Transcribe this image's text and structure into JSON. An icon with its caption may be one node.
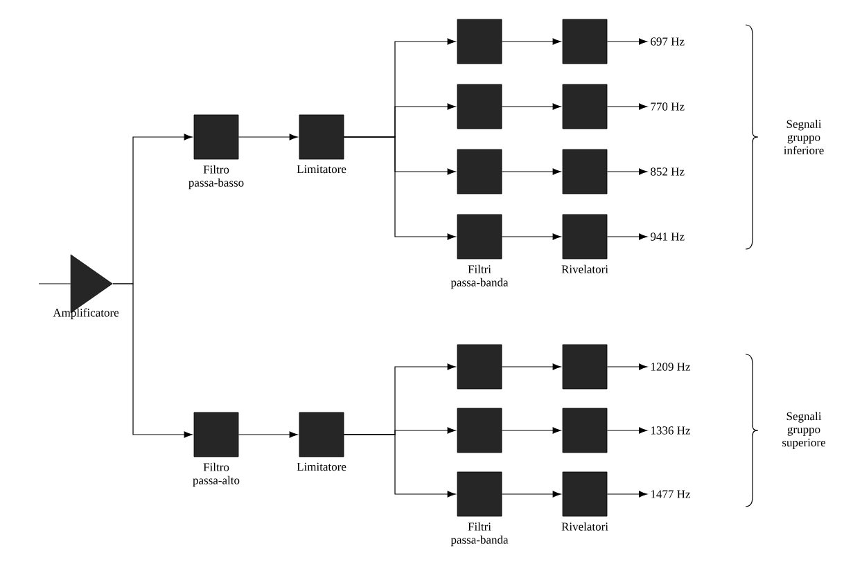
{
  "diagram": {
    "nodes": [
      {
        "text": [],
        "shape": "triangle",
        "beside": [
          "Amplificatore"
        ]
      },
      {
        "text": [],
        "shape": "box",
        "beside": [
          "Filtro passa-basso"
        ]
      },
      {
        "text": [],
        "shape": "box",
        "beside": [
          "Limitatore"
        ]
      },
      {
        "text": [],
        "shape": "box"
      },
      {
        "text": [],
        "shape": "box"
      },
      {
        "text": [],
        "shape": "box"
      },
      {
        "text": [],
        "shape": "box",
        "beside": [
          "Filtri passa-banda"
        ]
      },
      {
        "text": [],
        "shape": "box"
      },
      {
        "text": [],
        "shape": "box"
      },
      {
        "text": [],
        "shape": "box"
      },
      {
        "text": [],
        "shape": "box",
        "beside": [
          "Rivelatori"
        ]
      },
      {
        "text": [
          "697 Hz"
        ]
      },
      {
        "text": [
          "770 Hz"
        ]
      },
      {
        "text": [
          "852 Hz"
        ]
      },
      {
        "text": [
          "941 Hz"
        ]
      },
      {
        "text": [],
        "shape": "box",
        "beside": [
          "Filtro passa-alto"
        ]
      },
      {
        "text": [],
        "shape": "box",
        "beside": [
          "Limitatore"
        ]
      },
      {
        "text": [],
        "shape": "box"
      },
      {
        "text": [],
        "shape": "box"
      },
      {
        "text": [],
        "shape": "box",
        "beside": [
          "Filtri passa-banda"
        ]
      },
      {
        "text": [],
        "shape": "box"
      },
      {
        "text": [],
        "shape": "box"
      },
      {
        "text": [],
        "shape": "box",
        "beside": [
          "Rivelatori"
        ]
      },
      {
        "text": [
          "1209 Hz"
        ]
      },
      {
        "text": [
          "1336 Hz"
        ]
      },
      {
        "text": [
          "1477 Hz"
        ]
      }
    ],
    "edges": [
      {
        "from": null,
        "to": 0,
        "arrow": "none"
      },
      {
        "from": 0,
        "to": 1,
        "arrow": "to"
      },
      {
        "from": 0,
        "to": 15,
        "arrow": "to"
      },
      {
        "from": 1,
        "to": 2,
        "arrow": "to"
      },
      {
        "from": 2,
        "to": 3,
        "arrow": "to"
      },
      {
        "from": 2,
        "to": 4,
        "arrow": "to"
      },
      {
        "from": 2,
        "to": 5,
        "arrow": "to"
      },
      {
        "from": 2,
        "to": 6,
        "arrow": "to"
      },
      {
        "from": 3,
        "to": 7,
        "arrow": "to"
      },
      {
        "from": 4,
        "to": 8,
        "arrow": "to"
      },
      {
        "from": 5,
        "to": 9,
        "arrow": "to"
      },
      {
        "from": 6,
        "to": 10,
        "arrow": "to"
      },
      {
        "from": 7,
        "to": 11,
        "arrow": "to"
      },
      {
        "from": 8,
        "to": 12,
        "arrow": "to"
      },
      {
        "from": 9,
        "to": 13,
        "arrow": "to"
      },
      {
        "from": 10,
        "to": 14,
        "arrow": "to"
      },
      {
        "from": 15,
        "to": 16,
        "arrow": "to"
      },
      {
        "from": 16,
        "to": 17,
        "arrow": "to"
      },
      {
        "from": 16,
        "to": 18,
        "arrow": "to"
      },
      {
        "from": 16,
        "to": 19,
        "arrow": "to"
      },
      {
        "from": 17,
        "to": 20,
        "arrow": "to"
      },
      {
        "from": 18,
        "to": 21,
        "arrow": "to"
      },
      {
        "from": 19,
        "to": 22,
        "arrow": "to"
      },
      {
        "from": 20,
        "to": 23,
        "arrow": "to"
      },
      {
        "from": 21,
        "to": 24,
        "arrow": "to"
      },
      {
        "from": 22,
        "to": 25,
        "arrow": "to"
      }
    ],
    "labels": [
      "Segnali gruppo inferiore",
      "Segnali gruppo superiore"
    ]
  }
}
